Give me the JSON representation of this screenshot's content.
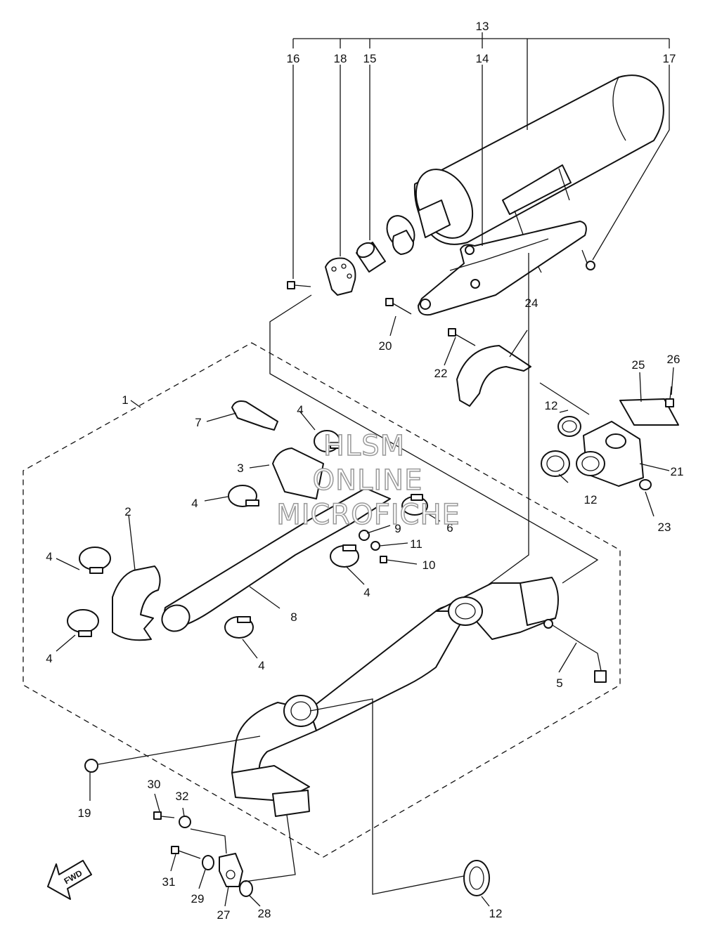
{
  "diagram": {
    "callouts": [
      {
        "id": "c1",
        "text": "1"
      },
      {
        "id": "c2",
        "text": "2"
      },
      {
        "id": "c3",
        "text": "3"
      },
      {
        "id": "c4a",
        "text": "4"
      },
      {
        "id": "c4b",
        "text": "4"
      },
      {
        "id": "c4c",
        "text": "4"
      },
      {
        "id": "c4d",
        "text": "4"
      },
      {
        "id": "c4e",
        "text": "4"
      },
      {
        "id": "c4f",
        "text": "4"
      },
      {
        "id": "c5",
        "text": "5"
      },
      {
        "id": "c6",
        "text": "6"
      },
      {
        "id": "c7",
        "text": "7"
      },
      {
        "id": "c8",
        "text": "8"
      },
      {
        "id": "c9",
        "text": "9"
      },
      {
        "id": "c10",
        "text": "10"
      },
      {
        "id": "c11",
        "text": "11"
      },
      {
        "id": "c12a",
        "text": "12"
      },
      {
        "id": "c12b",
        "text": "12"
      },
      {
        "id": "c12c",
        "text": "12"
      },
      {
        "id": "c13",
        "text": "13"
      },
      {
        "id": "c14",
        "text": "14"
      },
      {
        "id": "c15",
        "text": "15"
      },
      {
        "id": "c16",
        "text": "16"
      },
      {
        "id": "c17",
        "text": "17"
      },
      {
        "id": "c18",
        "text": "18"
      },
      {
        "id": "c19",
        "text": "19"
      },
      {
        "id": "c20",
        "text": "20"
      },
      {
        "id": "c21",
        "text": "21"
      },
      {
        "id": "c22",
        "text": "22"
      },
      {
        "id": "c23",
        "text": "23"
      },
      {
        "id": "c24",
        "text": "24"
      },
      {
        "id": "c25",
        "text": "25"
      },
      {
        "id": "c26",
        "text": "26"
      },
      {
        "id": "c27",
        "text": "27"
      },
      {
        "id": "c28",
        "text": "28"
      },
      {
        "id": "c29",
        "text": "29"
      },
      {
        "id": "c30",
        "text": "30"
      },
      {
        "id": "c31",
        "text": "31"
      },
      {
        "id": "c32",
        "text": "32"
      }
    ],
    "fwd_label": "FWD",
    "watermark": [
      "HLSM",
      "ONLINE",
      "MICROFICHE"
    ]
  }
}
